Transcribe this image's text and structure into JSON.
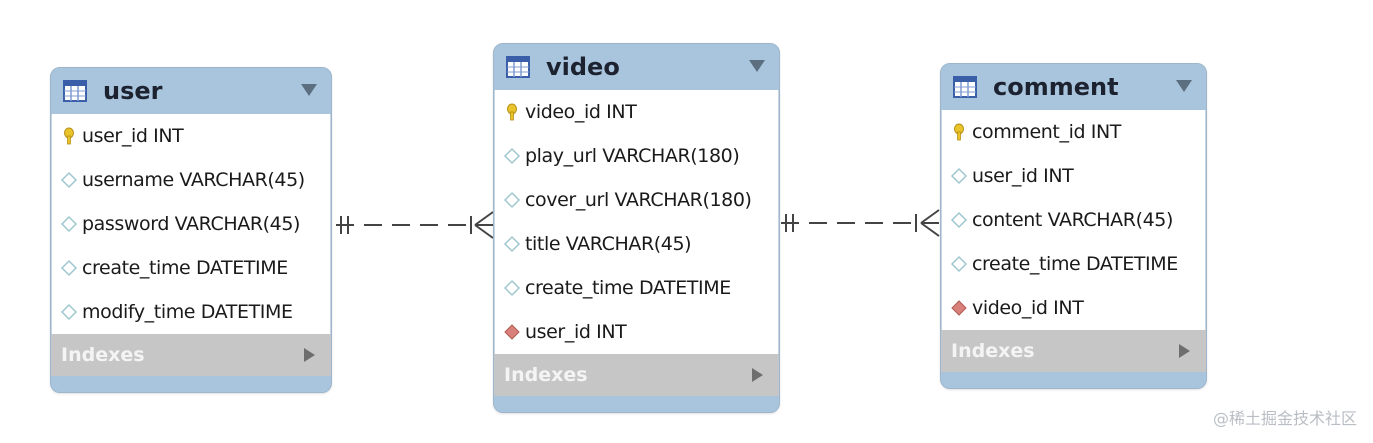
{
  "tables": [
    {
      "id": "user",
      "title": "user",
      "columns": [
        {
          "text": "user_id INT",
          "kind": "pk"
        },
        {
          "text": "username VARCHAR(45)",
          "kind": "col"
        },
        {
          "text": "password VARCHAR(45)",
          "kind": "col"
        },
        {
          "text": "create_time DATETIME",
          "kind": "col"
        },
        {
          "text": "modify_time DATETIME",
          "kind": "col"
        }
      ],
      "indexes_label": "Indexes"
    },
    {
      "id": "video",
      "title": "video",
      "columns": [
        {
          "text": "video_id INT",
          "kind": "pk"
        },
        {
          "text": "play_url VARCHAR(180)",
          "kind": "col"
        },
        {
          "text": "cover_url VARCHAR(180)",
          "kind": "col"
        },
        {
          "text": "title VARCHAR(45)",
          "kind": "col"
        },
        {
          "text": "create_time DATETIME",
          "kind": "col"
        },
        {
          "text": "user_id INT",
          "kind": "fk"
        }
      ],
      "indexes_label": "Indexes"
    },
    {
      "id": "comment",
      "title": "comment",
      "columns": [
        {
          "text": "comment_id INT",
          "kind": "pk"
        },
        {
          "text": "user_id INT",
          "kind": "col"
        },
        {
          "text": "content VARCHAR(45)",
          "kind": "col"
        },
        {
          "text": "create_time DATETIME",
          "kind": "col"
        },
        {
          "text": "video_id INT",
          "kind": "fk"
        }
      ],
      "indexes_label": "Indexes"
    }
  ],
  "relationships": [
    {
      "from": "user",
      "to": "video",
      "type": "one-to-many",
      "style": "dashed"
    },
    {
      "from": "video",
      "to": "comment",
      "type": "one-to-many",
      "style": "dashed"
    }
  ],
  "watermark": "@稀土掘金技术社区",
  "colors": {
    "header": "#a9c5dd",
    "indexes": "#c6c6c6",
    "pk_key": "#e8c32a",
    "fk_diamond": "#d9807a",
    "col_diamond": "#9fc7cf",
    "line": "#444444"
  }
}
